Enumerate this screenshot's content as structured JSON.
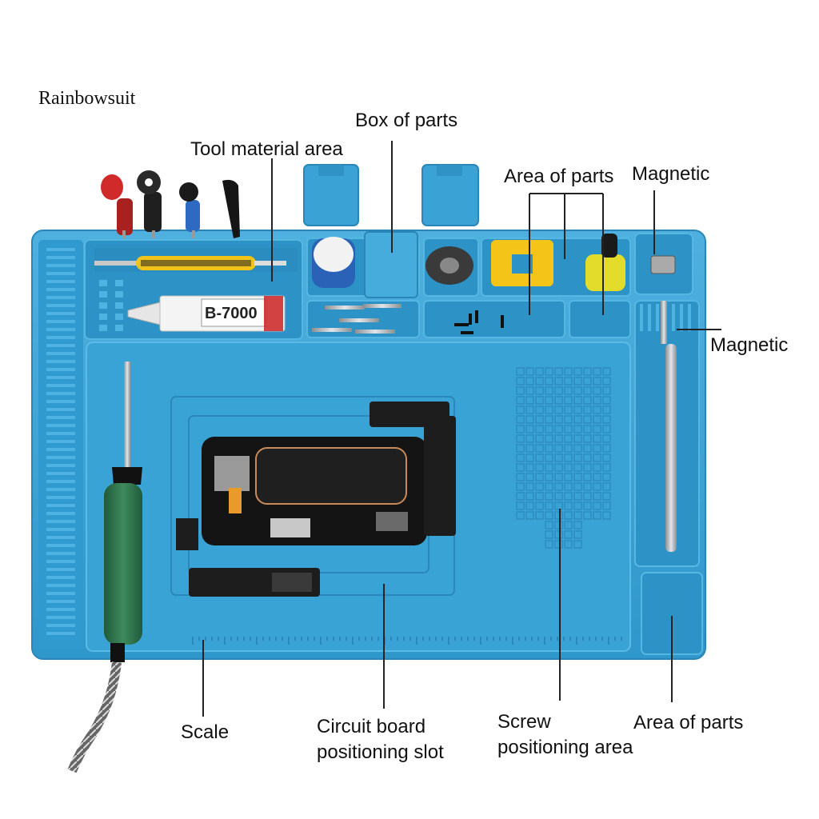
{
  "brand": "Rainbowsuit",
  "glue_label": "B-7000",
  "colors": {
    "mat": "#3aa2d4",
    "mat_dark": "#2b8bbd",
    "mat_light": "#56b4e0",
    "line": "#222222"
  },
  "labels": {
    "box_of_parts": "Box of parts",
    "tool_material_area": "Tool material area",
    "area_of_parts_top": "Area of parts",
    "magnetic_top": "Magnetic",
    "magnetic_right": "Magnetic",
    "scale": "Scale",
    "circuit_board_line1": "Circuit board",
    "circuit_board_line2": "positioning slot",
    "screw_line1": "Screw",
    "screw_line2": "positioning area",
    "area_of_parts_bottom": "Area of parts"
  }
}
